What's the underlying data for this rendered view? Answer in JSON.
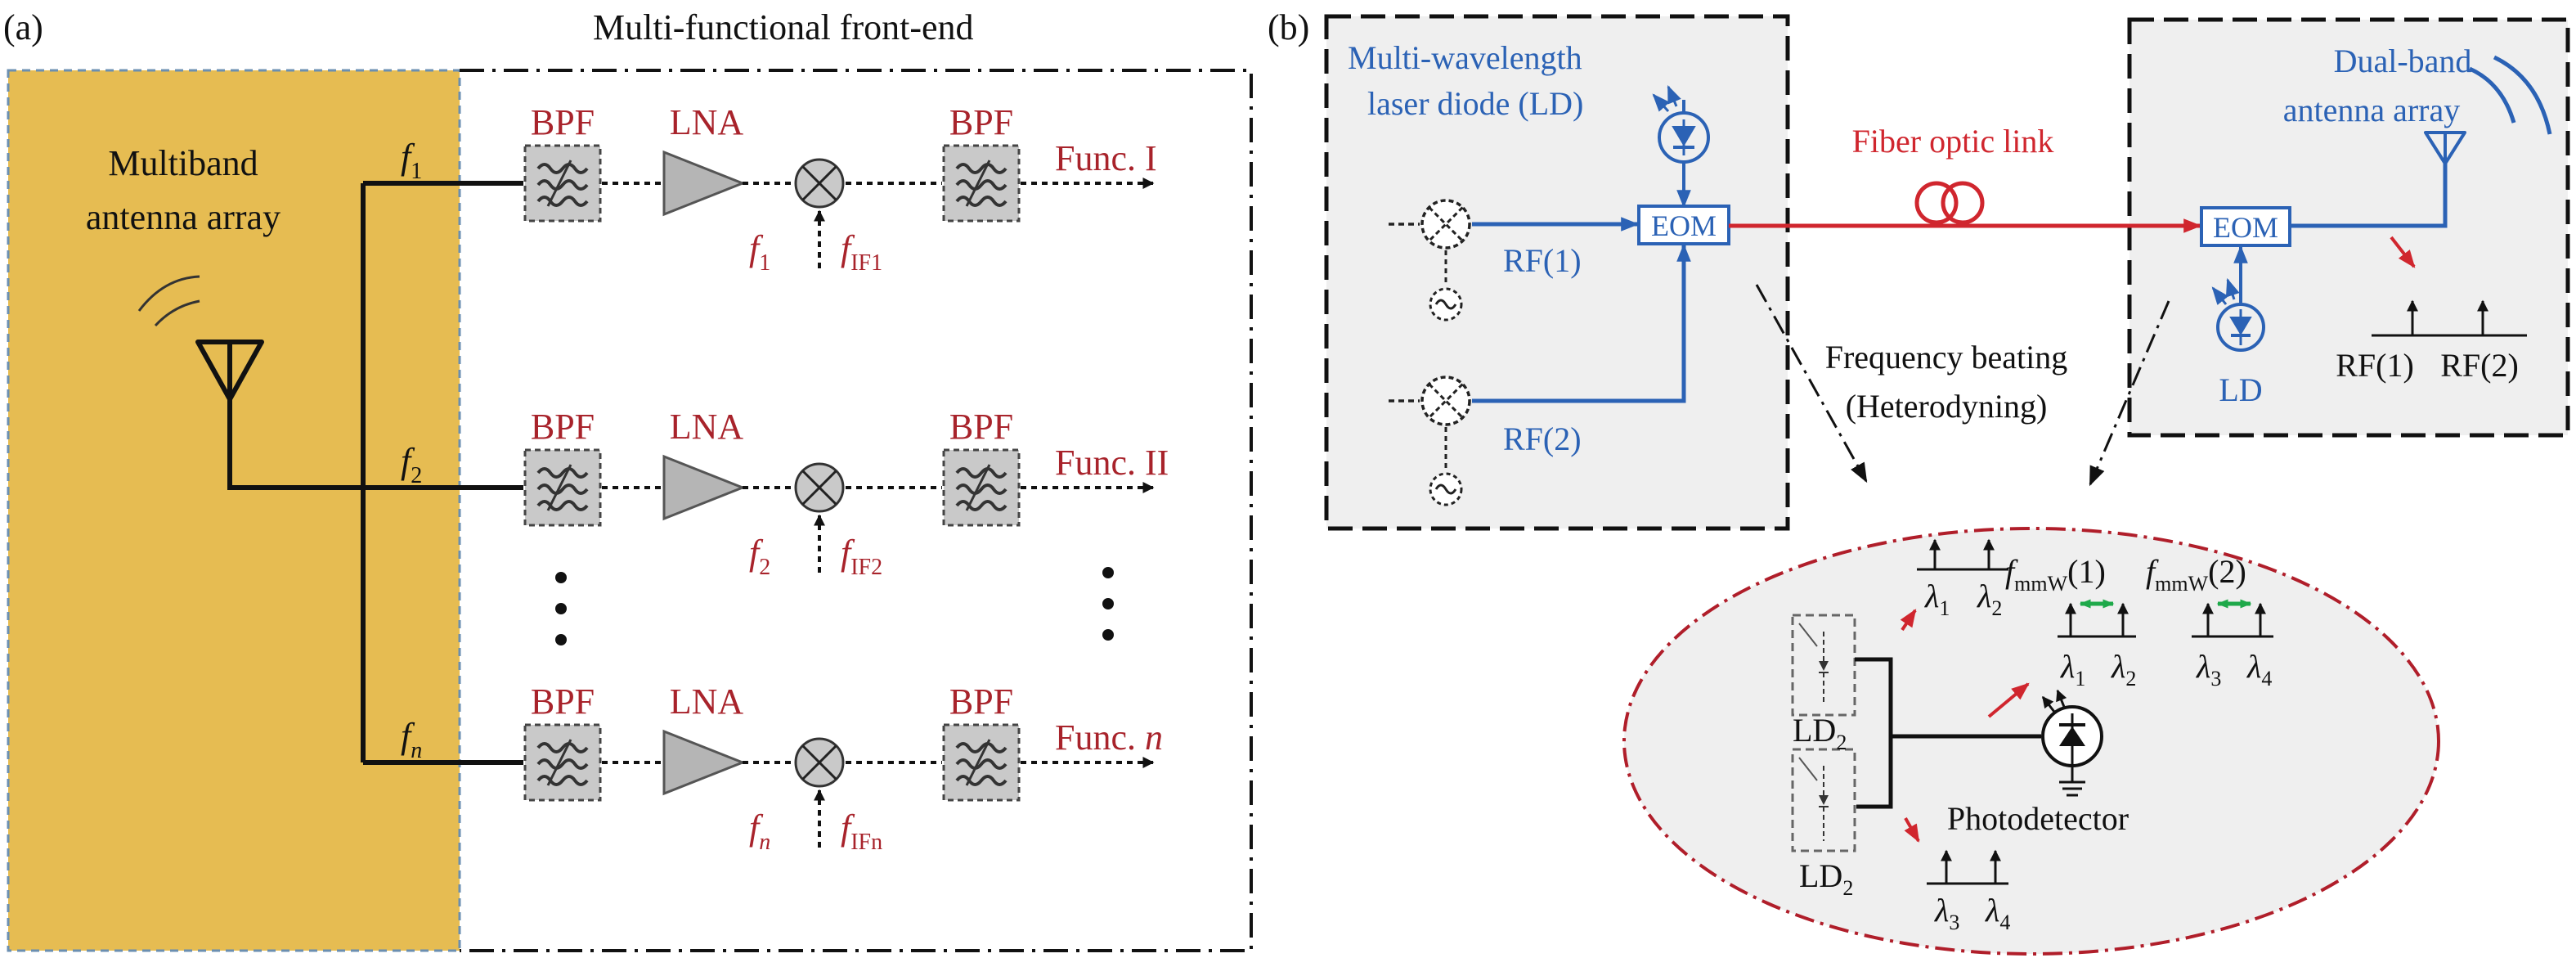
{
  "colors": {
    "antenna_fill": "#e6bc52",
    "dark_red": "#a8232b",
    "blue": "#2b62b5",
    "fiber_red": "#d0262e",
    "green": "#1fa94a",
    "gray_fill": "#efefef",
    "box_gray": "#c9c9c9"
  },
  "panel_a": {
    "label": "(a)",
    "title": "Multi-functional front-end",
    "antenna_line1": "Multiband",
    "antenna_line2": "antenna array",
    "branches": [
      {
        "freq_base": "f",
        "freq_sub": "1",
        "bpf1": "BPF",
        "lna": "LNA",
        "bpf2": "BPF",
        "func_text": "Func. I",
        "func_italic": "",
        "mixer_f_base": "f",
        "mixer_f_sub": "1",
        "if_base": "f",
        "if_sub": "IF1"
      },
      {
        "freq_base": "f",
        "freq_sub": "2",
        "bpf1": "BPF",
        "lna": "LNA",
        "bpf2": "BPF",
        "func_text": "Func. II",
        "func_italic": "",
        "mixer_f_base": "f",
        "mixer_f_sub": "2",
        "if_base": "f",
        "if_sub": "IF2"
      },
      {
        "freq_base": "f",
        "freq_sub": "n",
        "bpf1": "BPF",
        "lna": "LNA",
        "bpf2": "BPF",
        "func_text": "Func. ",
        "func_italic": "n",
        "mixer_f_base": "f",
        "mixer_f_sub": "n",
        "if_base": "f",
        "if_sub": "IFn"
      }
    ]
  },
  "panel_b": {
    "label": "(b)",
    "laser_line1": "Multi-wavelength",
    "laser_line2": "laser diode (LD)",
    "eom_left": "EOM",
    "rf1": "RF(1)",
    "rf2": "RF(2)",
    "fiber_link": "Fiber optic link",
    "dual_line1": "Dual-band",
    "dual_line2": "antenna array",
    "eom_right": "EOM",
    "ld_right": "LD",
    "rf1_right": "RF(1)",
    "rf2_right": "RF(2)",
    "beating_line1": "Frequency beating",
    "beating_line2": "(Heterodyning)",
    "inset": {
      "ld_top": {
        "base": "LD",
        "sub": "2"
      },
      "ld_bottom": {
        "base": "LD",
        "sub": "2"
      },
      "photodetector": "Photodetector",
      "lam1": {
        "base": "λ",
        "sub": "1"
      },
      "lam2": {
        "base": "λ",
        "sub": "2"
      },
      "lam3": {
        "base": "λ",
        "sub": "3"
      },
      "lam4": {
        "base": "λ",
        "sub": "4"
      },
      "fmmw1": {
        "base": "f",
        "sub": "mmW",
        "suffix": "(1)"
      },
      "fmmw2": {
        "base": "f",
        "sub": "mmW",
        "suffix": "(2)"
      }
    }
  }
}
